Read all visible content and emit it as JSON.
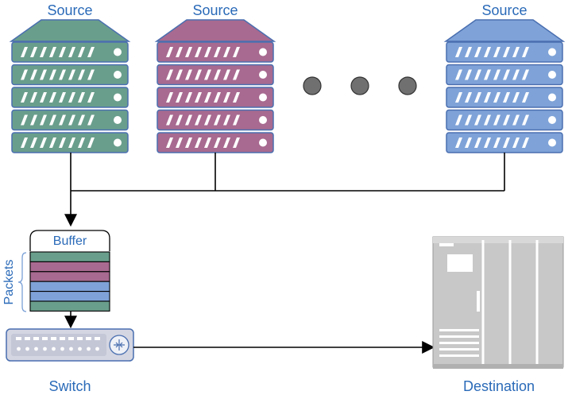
{
  "sources": [
    {
      "label": "Source",
      "color": "#6a9e8c",
      "roof": "#6a9e8c"
    },
    {
      "label": "Source",
      "color": "#a86a90",
      "roof": "#a86a90"
    },
    {
      "label": "Source",
      "color": "#7fa3d8",
      "roof": "#7fa3d8"
    }
  ],
  "ellipsis_dots": 3,
  "buffer": {
    "title": "Buffer",
    "packets_label": "Packets",
    "packet_colors": [
      "#6a9e8c",
      "#a86a90",
      "#a86a90",
      "#7fa3d8",
      "#7fa3d8",
      "#6a9e8c"
    ]
  },
  "switch": {
    "label": "Switch"
  },
  "destination": {
    "label": "Destination"
  },
  "colors": {
    "label_blue": "#2a6ab8",
    "outline": "#4a6fb0",
    "dot_fill": "#707070",
    "cabinet_fill": "#c8c8c8",
    "line": "#000000"
  }
}
